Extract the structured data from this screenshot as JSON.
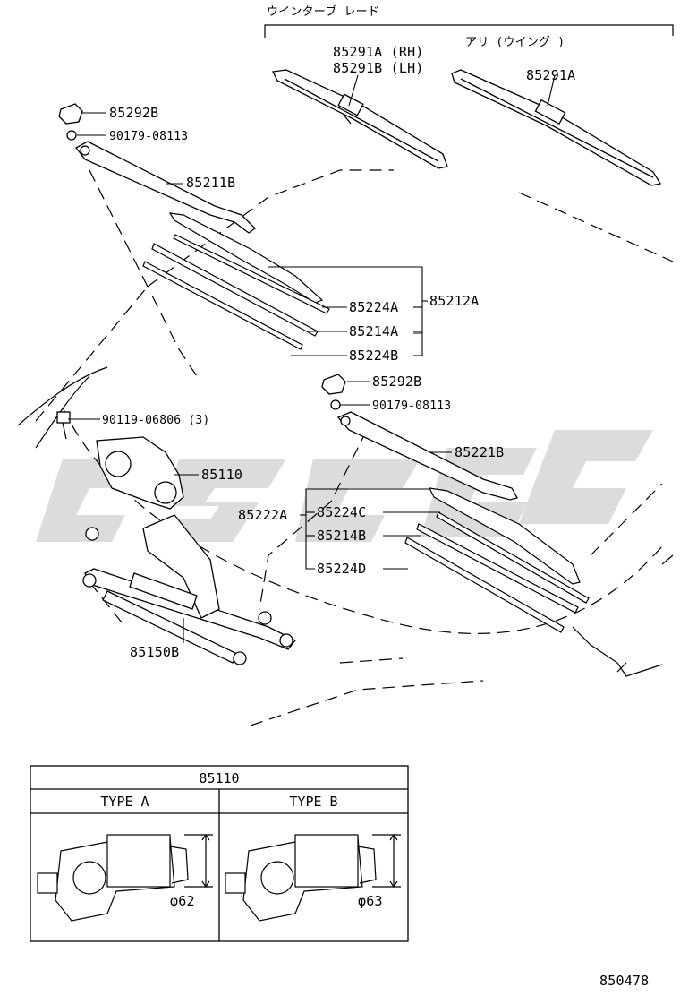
{
  "header": {
    "wiper_blade": "ウインターブ レード",
    "with_wing": "アリ (ウイング )"
  },
  "parts": {
    "blade_rh": "85291A (RH)",
    "blade_lh": "85291B (LH)",
    "blade_wing": "85291A",
    "cap_top": "85292B",
    "nut_top": "90179-08113",
    "arm_top": "85211B",
    "insert_a": "85224A",
    "rubber_a": "85214A",
    "insert_b": "85224B",
    "blade_assy_a": "85212A",
    "cap_mid": "85292B",
    "nut_mid": "90179-08113",
    "bolt": "90119-06806 (3)",
    "arm_mid": "85221B",
    "motor": "85110",
    "blade_assy_b": "85222A",
    "insert_c": "85224C",
    "rubber_b": "85214B",
    "insert_d": "85224D",
    "link": "85150B"
  },
  "table": {
    "title": "85110",
    "col_a": "TYPE A",
    "col_b": "TYPE B",
    "dim_a": "φ62",
    "dim_b": "φ63"
  },
  "figure_number": "850478",
  "colors": {
    "line": "#000000",
    "watermark": "#d9d9d9",
    "background": "#ffffff"
  }
}
